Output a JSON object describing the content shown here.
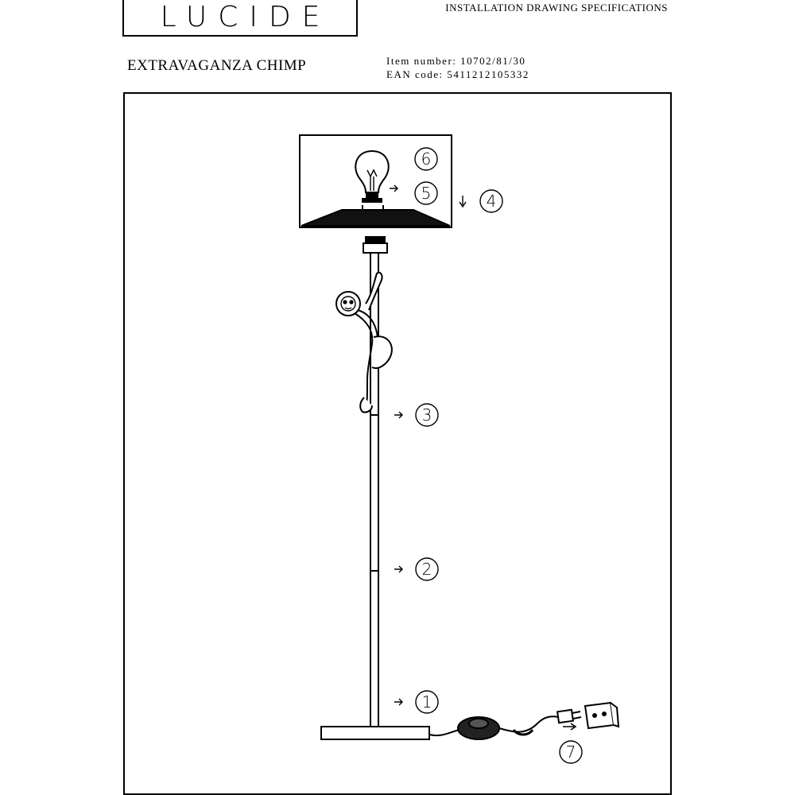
{
  "header": {
    "logo": "LUCIDE",
    "doc_title": "INSTALLATION DRAWING SPECIFICATIONS",
    "product_name": "EXTRAVAGANZA CHIMP",
    "item_number_label": "Item number:",
    "item_number": "10702/81/30",
    "ean_label": "EAN code:",
    "ean": "5411212105332"
  },
  "steps": [
    "1",
    "2",
    "3",
    "4",
    "5",
    "6",
    "7"
  ],
  "colors": {
    "ink": "#000000",
    "paper": "#ffffff"
  }
}
